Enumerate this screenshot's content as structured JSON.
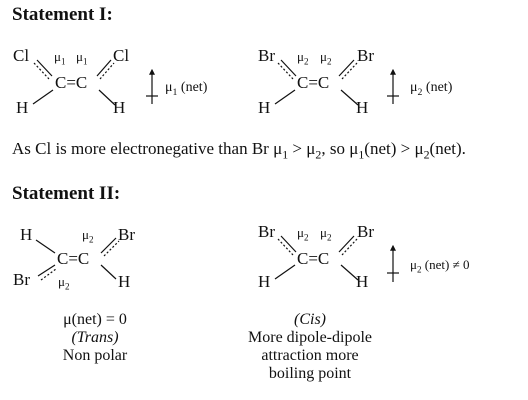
{
  "statement1": {
    "heading": "Statement I:",
    "left_molecule": {
      "atom_tl": "Cl",
      "atom_tr": "Cl",
      "atom_bl": "H",
      "atom_br": "H",
      "mu_a": "μ1",
      "mu_b": "μ1",
      "center": "C=C",
      "net_label": "μ1 (net)"
    },
    "right_molecule": {
      "atom_tl": "Br",
      "atom_tr": "Br",
      "atom_bl": "H",
      "atom_br": "H",
      "mu_a": "μ2",
      "mu_b": "μ2",
      "center": "C=C",
      "net_label": "μ2 (net)"
    }
  },
  "explanation": "As Cl is more electronegative than Br μ1 > μ2, so μ1(net) > μ2(net).",
  "statement2": {
    "heading": "Statement II:",
    "left_molecule": {
      "atom_tl": "H",
      "atom_tr": "Br",
      "atom_bl": "Br",
      "atom_br": "H",
      "mu_top": "μ2",
      "mu_bottom": "μ2",
      "center": "C=C",
      "net_text": "μ(net) = 0",
      "isomer": "(Trans)",
      "polarity": "Non polar"
    },
    "right_molecule": {
      "atom_tl": "Br",
      "atom_tr": "Br",
      "atom_bl": "H",
      "atom_br": "H",
      "mu_a": "μ2",
      "mu_b": "μ2",
      "center": "C=C",
      "net_label": "μ2 (net) ≠ 0",
      "isomer": "(Cis)",
      "caption_line1": "More dipole-dipole",
      "caption_line2": "attraction more",
      "caption_line3": "boiling point"
    }
  }
}
